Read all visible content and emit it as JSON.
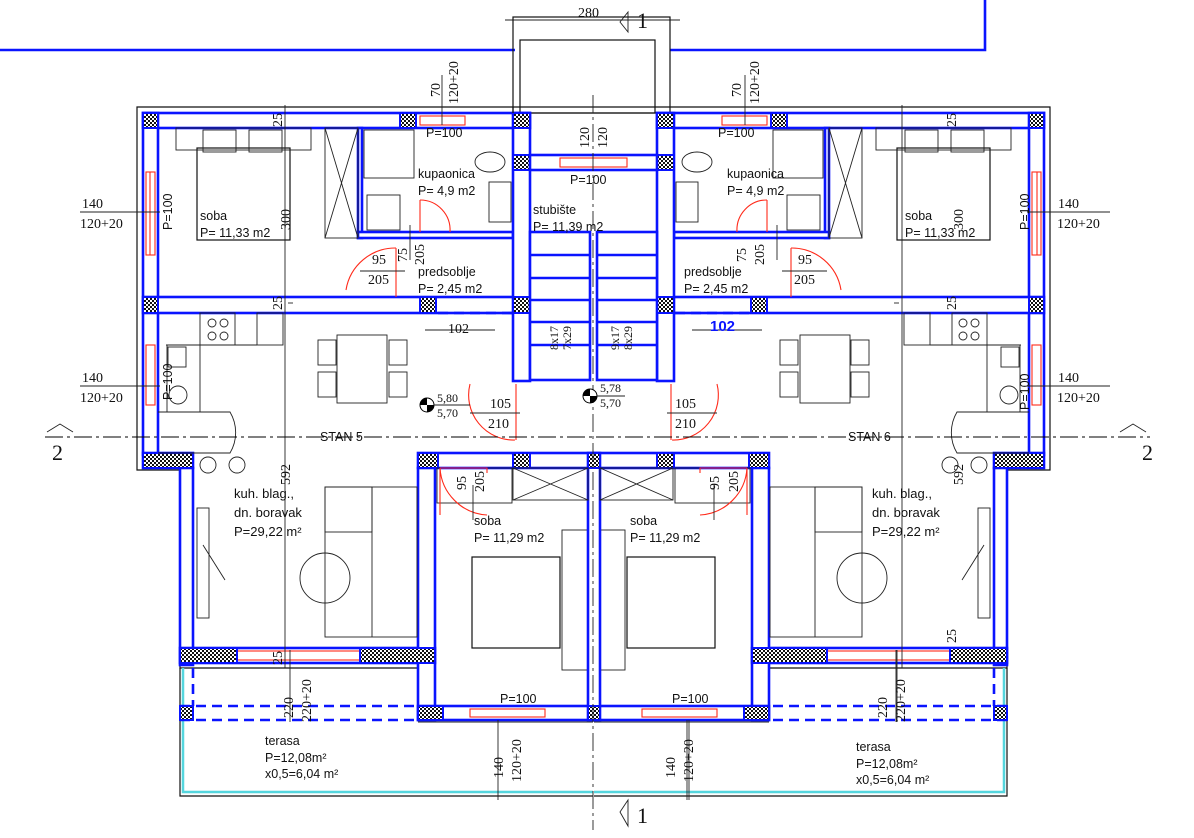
{
  "plan": {
    "top_dimension": "280",
    "section_1_marker": "1",
    "section_2_marker": "2",
    "apartments": [
      "STAN 5",
      "STAN 6"
    ],
    "stairs": {
      "name": "stubište",
      "area": "P= 11,39 m2",
      "flight_1": [
        "8x17",
        "7x29"
      ],
      "flight_2": [
        "9x17",
        "8x29"
      ],
      "window": "P=100",
      "window_dims": [
        "120",
        "120"
      ]
    },
    "levels": {
      "left": [
        "5,80",
        "5,70"
      ],
      "center": [
        "5,78",
        "5,70"
      ]
    },
    "left": {
      "bedroom_name": "soba",
      "bedroom_area": "P= 11,33 m2",
      "bathroom_name": "kupaonica",
      "bathroom_area": "P= 4,9 m2",
      "hall_name": "predsoblje",
      "hall_area": "P= 2,45 m2",
      "living_name_1": "kuh. blag.,",
      "living_name_2": "dn. boravak",
      "living_area": "P=29,22 m²",
      "bedroom2_name": "soba",
      "bedroom2_area": "P= 11,29 m2",
      "terrace_name": "terasa",
      "terrace_area": "P=12,08m²",
      "terrace_reduced": "x0,5=6,04 m²",
      "passage_width": "102"
    },
    "right": {
      "bedroom_name": "soba",
      "bedroom_area": "P= 11,33 m2",
      "bathroom_name": "kupaonica",
      "bathroom_area": "P= 4,9 m2",
      "hall_name": "predsoblje",
      "hall_area": "P= 2,45 m2",
      "living_name_1": "kuh. blag.,",
      "living_name_2": "dn. boravak",
      "living_area": "P=29,22 m²",
      "bedroom2_name": "soba",
      "bedroom2_area": "P= 11,29 m2",
      "terrace_name": "terasa",
      "terrace_area": "P=12,08m²",
      "terrace_reduced": "x0,5=6,04 m²",
      "passage_width": "102"
    },
    "dims": {
      "window_140": "140",
      "window_120_20": "120+20",
      "window_70": "70",
      "sill_100": "P=100",
      "wall_25": "25",
      "room_300": "300",
      "room_592": "592",
      "door_95": "95",
      "door_75": "75",
      "door_205": "205",
      "door_105": "105",
      "door_210": "210",
      "door_220": "220",
      "door_220_20": "220+20"
    }
  }
}
